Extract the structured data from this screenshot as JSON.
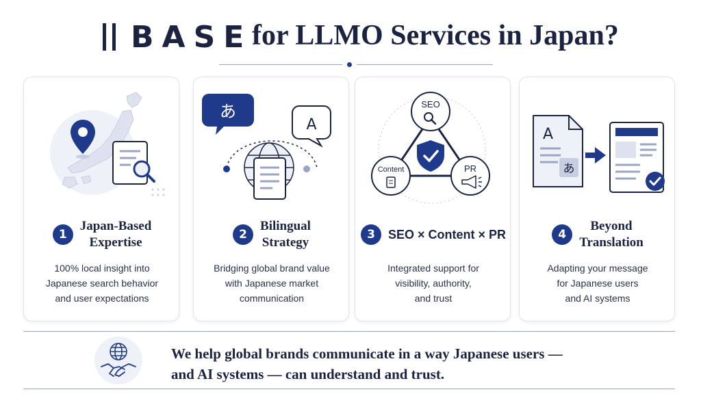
{
  "header": {
    "logo_text": "BASE",
    "title": "for LLMO Services in Japan?"
  },
  "cards": [
    {
      "number": "1",
      "title": "Japan-Based\nExpertise",
      "description": "100% local insight into\nJapanese search behavior\nand user expectations",
      "icons": [
        "japan-map-icon",
        "location-pin-icon",
        "document-search-icon"
      ]
    },
    {
      "number": "2",
      "title": "Bilingual\nStrategy",
      "description": "Bridging global brand value\nwith Japanese market\ncommunication",
      "icons": [
        "speech-bubble-japanese-icon",
        "speech-bubble-english-icon",
        "globe-icon",
        "document-icon"
      ],
      "bubble_left": "あ",
      "bubble_right": "A"
    },
    {
      "number": "3",
      "title": "SEO × Content × PR",
      "description": "Integrated support for\nvisibility, authority,\nand trust",
      "icons": [
        "shield-check-icon",
        "search-icon",
        "document-icon",
        "megaphone-icon"
      ],
      "nodes": {
        "top": "SEO",
        "left": "Content",
        "right": "PR"
      }
    },
    {
      "number": "4",
      "title": "Beyond\nTranslation",
      "description": "Adapting your message\nfor Japanese users\nand AI systems",
      "icons": [
        "translation-document-icon",
        "arrow-right-icon",
        "webpage-icon",
        "check-circle-icon"
      ],
      "doc_letter": "A",
      "doc_kana": "あ"
    }
  ],
  "footer": {
    "text": "We help global brands communicate in a way Japanese users —\nand AI systems — can understand and trust.",
    "icon": "globe-handshake-icon"
  },
  "colors": {
    "navy": "#1b2340",
    "accent": "#1f3a8a",
    "light": "#e9edf6",
    "border": "#dfe3ec"
  }
}
